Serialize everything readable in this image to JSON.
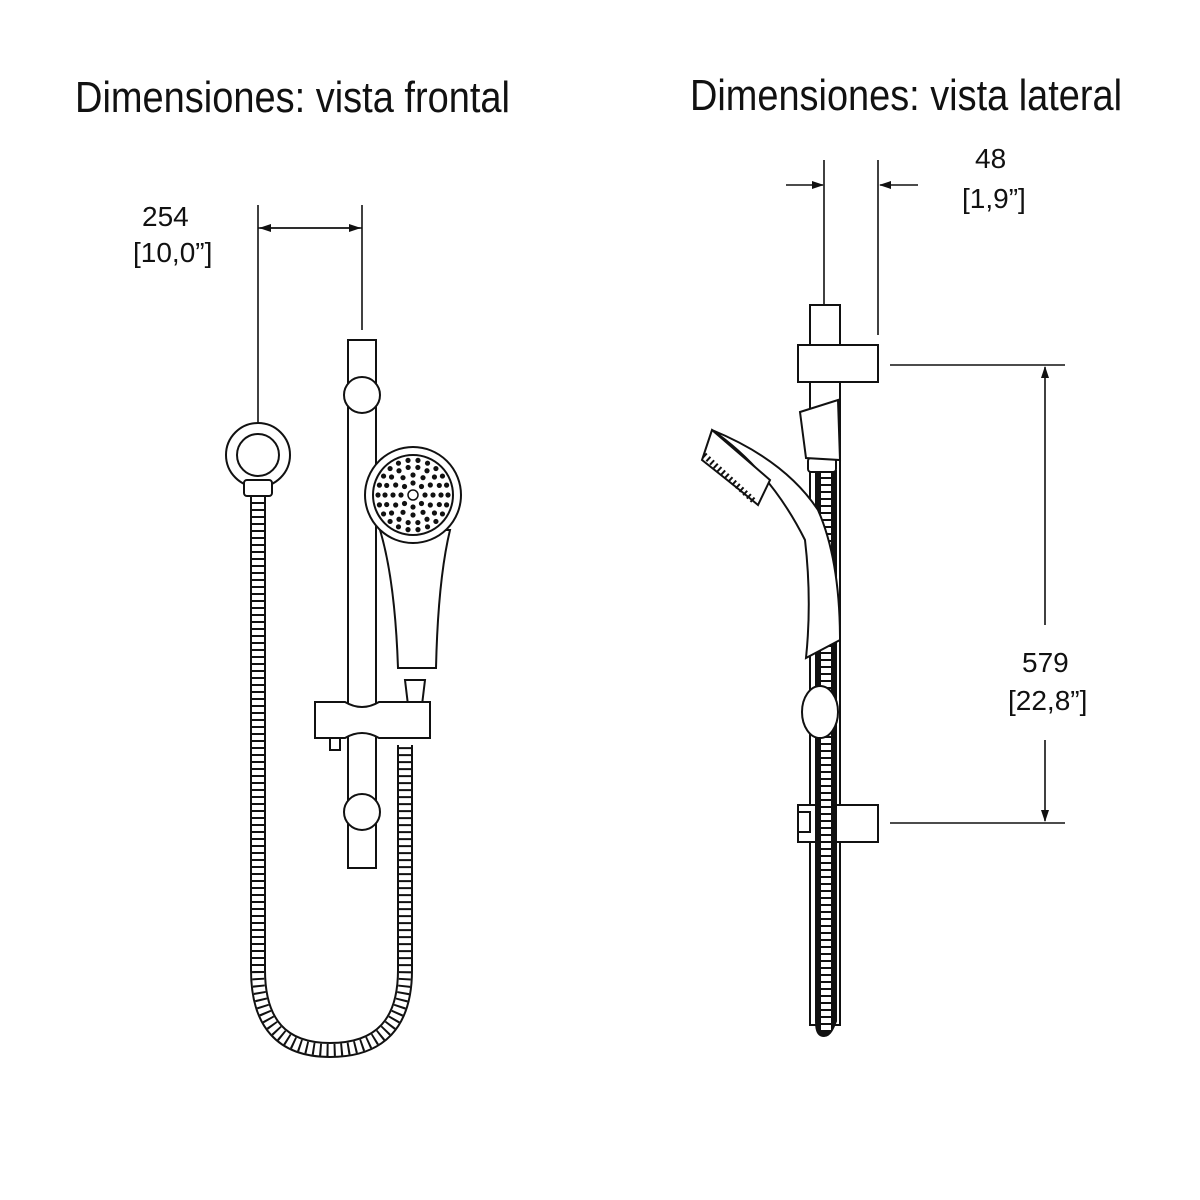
{
  "front_view": {
    "title": "Dimensiones: vista frontal",
    "dimension": {
      "value_mm": "254",
      "value_in": "[10,0”]"
    }
  },
  "side_view": {
    "title": "Dimensiones: vista lateral",
    "width_dimension": {
      "value_mm": "48",
      "value_in": "[1,9”]"
    },
    "height_dimension": {
      "value_mm": "579",
      "value_in": "[22,8”]"
    }
  }
}
